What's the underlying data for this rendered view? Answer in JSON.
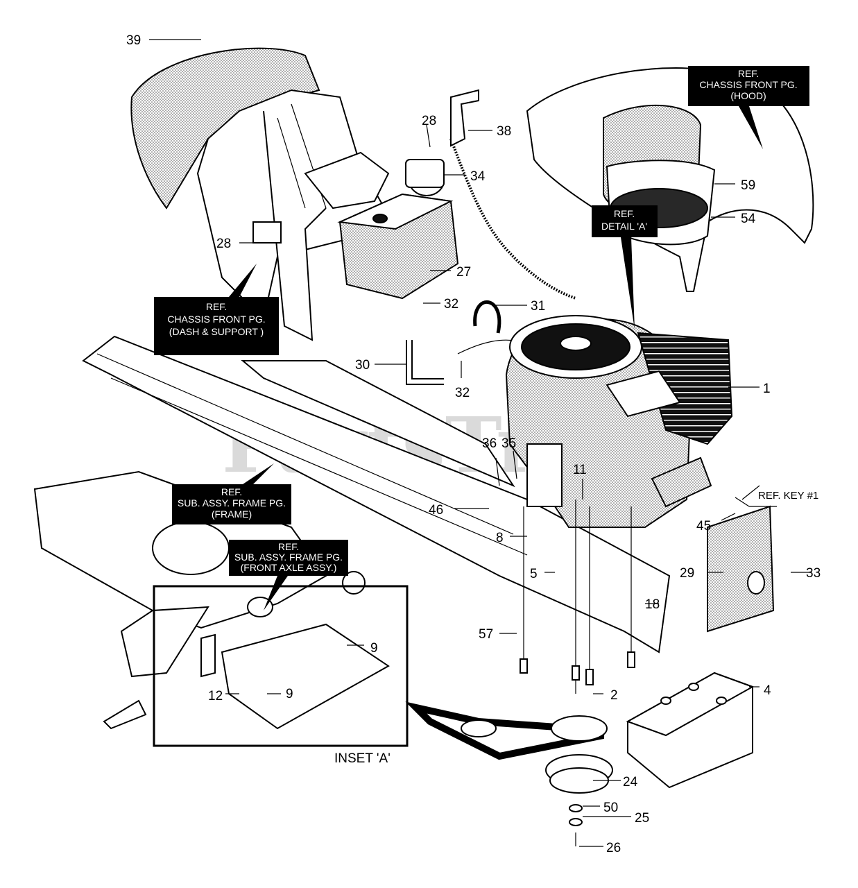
{
  "watermark": "PartsTree",
  "callouts": {
    "c39": "39",
    "c28a": "28",
    "c38": "38",
    "c34": "34",
    "c28b": "28",
    "c27": "27",
    "c31": "31",
    "c32a": "32",
    "c30": "30",
    "c32b": "32",
    "c1": "1",
    "c36": "36",
    "c35": "35",
    "c11": "11",
    "c46": "46",
    "c8": "8",
    "c5": "5",
    "c45": "45",
    "c29": "29",
    "c33": "33",
    "c18": "18",
    "c9a": "9",
    "c57": "57",
    "c12": "12",
    "c9b": "9",
    "c2": "2",
    "c4": "4",
    "c24": "24",
    "c50": "50",
    "c25": "25",
    "c26": "26",
    "c59": "59",
    "c54": "54"
  },
  "ref_boxes": {
    "hood": [
      "REF.",
      "CHASSIS FRONT PG.",
      "(HOOD)"
    ],
    "detail_a": [
      "REF.",
      "DETAIL 'A'"
    ],
    "dash": [
      "REF.",
      "CHASSIS FRONT PG.",
      "(DASH & SUPPORT )"
    ],
    "frame": [
      "REF.",
      "SUB. ASSY. FRAME PG.",
      "(FRAME)"
    ],
    "front_axle": [
      "REF.",
      "SUB. ASSY. FRAME PG.",
      "(FRONT AXLE ASSY.)"
    ]
  },
  "ref_key_label": "REF. KEY #1",
  "inset_label": "INSET 'A'"
}
